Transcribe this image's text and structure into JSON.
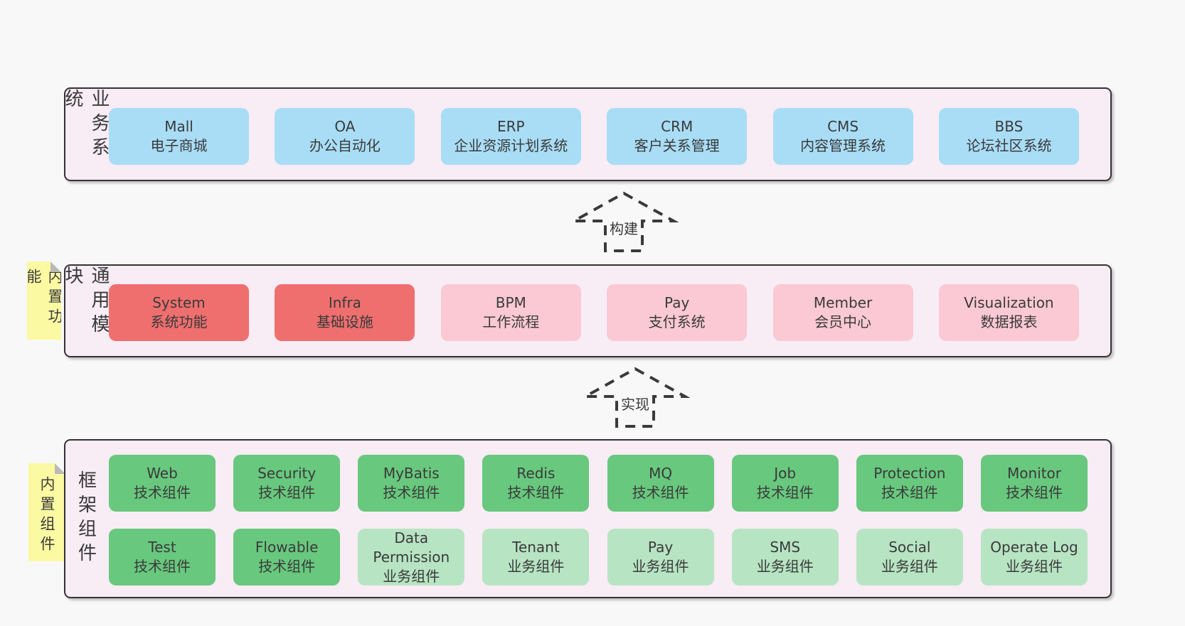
{
  "palette": {
    "page_bg": "#f8f8f8",
    "band_bg": "#f8ecf5",
    "band_border": "#333333",
    "blue": "#a9ddf6",
    "red": "#ef6f6f",
    "pink": "#fac9d3",
    "green": "#68c87e",
    "light_green": "#b7e4c3",
    "sticky_yellow": "#fbf9a2",
    "sticky_fold": "#b9b9b9",
    "text": "#3a3a3a"
  },
  "arrows": [
    {
      "label": "构建"
    },
    {
      "label": "实现"
    }
  ],
  "bands": [
    {
      "label": "业务系统",
      "boxes": [
        {
          "name": "Mall",
          "desc": "电子商城"
        },
        {
          "name": "OA",
          "desc": "办公自动化"
        },
        {
          "name": "ERP",
          "desc": "企业资源计划系统"
        },
        {
          "name": "CRM",
          "desc": "客户关系管理"
        },
        {
          "name": "CMS",
          "desc": "内容管理系统"
        },
        {
          "name": "BBS",
          "desc": "论坛社区系统"
        }
      ]
    },
    {
      "label": "通用模块",
      "sticky": "内置功能",
      "boxes": [
        {
          "name": "System",
          "desc": "系统功能"
        },
        {
          "name": "Infra",
          "desc": "基础设施"
        },
        {
          "name": "BPM",
          "desc": "工作流程"
        },
        {
          "name": "Pay",
          "desc": "支付系统"
        },
        {
          "name": "Member",
          "desc": "会员中心"
        },
        {
          "name": "Visualization",
          "desc": "数据报表"
        }
      ]
    },
    {
      "label": "框架组件",
      "sticky": "内置组件",
      "row_a": [
        {
          "name": "Web",
          "desc": "技术组件"
        },
        {
          "name": "Security",
          "desc": "技术组件"
        },
        {
          "name": "MyBatis",
          "desc": "技术组件"
        },
        {
          "name": "Redis",
          "desc": "技术组件"
        },
        {
          "name": "MQ",
          "desc": "技术组件"
        },
        {
          "name": "Job",
          "desc": "技术组件"
        },
        {
          "name": "Protection",
          "desc": "技术组件"
        },
        {
          "name": "Monitor",
          "desc": "技术组件"
        }
      ],
      "row_b": [
        {
          "name": "Test",
          "desc": "技术组件"
        },
        {
          "name": "Flowable",
          "desc": "技术组件"
        },
        {
          "name": "Data Permission",
          "desc": "业务组件"
        },
        {
          "name": "Tenant",
          "desc": "业务组件"
        },
        {
          "name": "Pay",
          "desc": "业务组件"
        },
        {
          "name": "SMS",
          "desc": "业务组件"
        },
        {
          "name": "Social",
          "desc": "业务组件"
        },
        {
          "name": "Operate Log",
          "desc": "业务组件"
        }
      ]
    }
  ]
}
